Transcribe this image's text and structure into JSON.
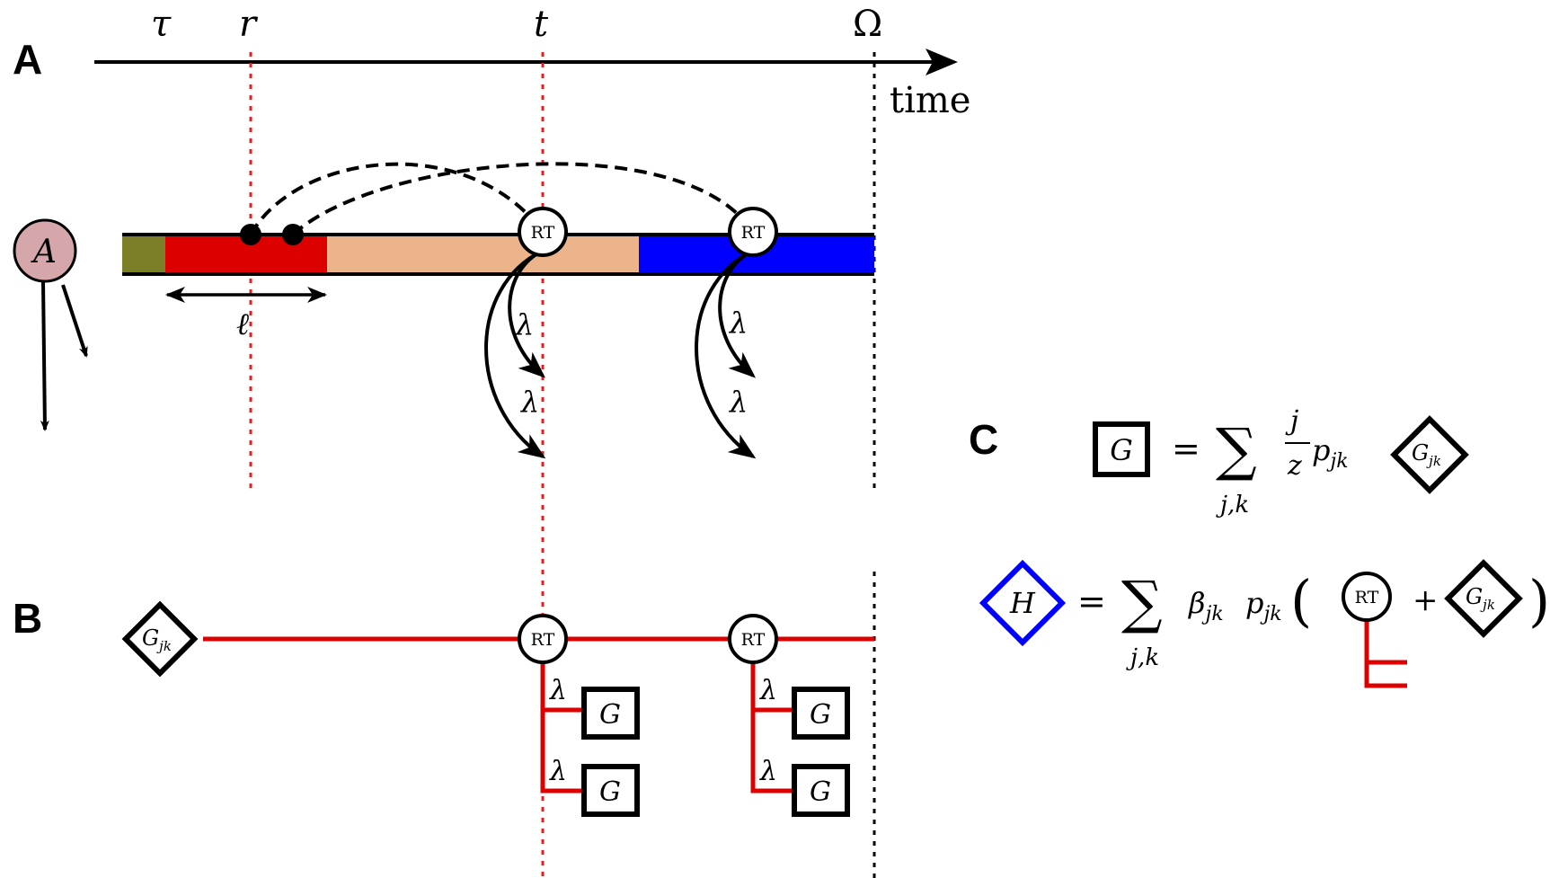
{
  "panels": {
    "a": "A",
    "b": "B",
    "c": "C"
  },
  "timeline": {
    "tau": "τ",
    "r": "r",
    "t": "t",
    "omega": "Ω",
    "time_label": "time"
  },
  "panel_a": {
    "node_label": "A",
    "rt_label": "RT",
    "ell_label": "ℓ",
    "lambda_label": "λ"
  },
  "panel_b": {
    "source_label": "G",
    "source_subscript": "jk",
    "rt_label": "RT",
    "lambda_label": "λ",
    "box_label": "G"
  },
  "panel_c": {
    "eq1": {
      "lhs": "G",
      "equals": "=",
      "sum": "∑",
      "sum_index": "j,k",
      "frac_num": "j",
      "frac_den": "z",
      "p": "p",
      "p_sub": "jk",
      "diamond": "G",
      "diamond_sub": "jk"
    },
    "eq2": {
      "lhs": "H",
      "equals": "=",
      "sum": "∑",
      "sum_index": "j,k",
      "beta": "β",
      "beta_sub": "jk",
      "p": "p",
      "p_sub": "jk",
      "open_paren": "(",
      "rt": "RT",
      "plus": "+",
      "diamond": "G",
      "diamond_sub": "jk",
      "close_paren": ")"
    }
  },
  "colors": {
    "olive": "#7b7f27",
    "red": "#dc0000",
    "tan": "#ebb48a",
    "blue": "#0000ff",
    "node_fill": "#d6a7aa",
    "tree_red": "#dc0000",
    "marker_red": "#e02020"
  }
}
